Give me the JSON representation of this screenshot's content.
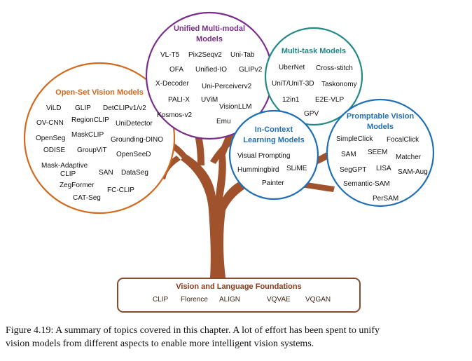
{
  "colors": {
    "trunk": "#a0522d",
    "open_set": "#d2691e",
    "unified": "#7b2d8b",
    "multi_task": "#1f8a86",
    "in_context": "#1f6fb5",
    "promptable": "#1f6fb5",
    "foundation_border": "#8b4a2b",
    "foundation_title": "#8b3a1a"
  },
  "clusters": {
    "open_set": {
      "title": "Open-Set Vision Models",
      "items": [
        "ViLD",
        "GLIP",
        "DetCLIPv1/v2",
        "OV-CNN",
        "RegionCLIP",
        "UniDetector",
        "OpenSeg",
        "MaskCLIP",
        "Grounding-DINO",
        "ODISE",
        "GroupViT",
        "OpenSeeD",
        "Mask-Adaptive",
        "CLIP",
        "SAN",
        "DataSeg",
        "ZegFormer",
        "FC-CLIP",
        "CAT-Seg"
      ]
    },
    "unified": {
      "title_line1": "Unified Multi-modal",
      "title_line2": "Models",
      "items": [
        "VL-T5",
        "Pix2Seqv2",
        "Uni-Tab",
        "OFA",
        "Unified-IO",
        "GLIPv2",
        "X-Decoder",
        "Uni-Perceiverv2",
        "PALI-X",
        "UViM",
        "Kosmos-v2",
        "VisionLLM",
        "Emu"
      ]
    },
    "multi_task": {
      "title": "Multi-task Models",
      "items": [
        "UberNet",
        "Cross-stitch",
        "UniT/UniT-3D",
        "Taskonomy",
        "12in1",
        "E2E-VLP",
        "GPV"
      ]
    },
    "in_context": {
      "title_line1": "In-Context",
      "title_line2": "Learning Models",
      "items": [
        "Visual Prompting",
        "Hummingbird",
        "SLiME",
        "Painter"
      ]
    },
    "promptable": {
      "title_line1": "Promptable Vision",
      "title_line2": "Models",
      "items": [
        "SimpleClick",
        "FocalClick",
        "SAM",
        "SEEM",
        "Matcher",
        "SegGPT",
        "LISA",
        "SAM-Aug",
        "Semantic-SAM",
        "PerSAM"
      ]
    }
  },
  "foundations": {
    "title": "Vision and Language Foundations",
    "items": [
      "CLIP",
      "Florence",
      "ALIGN",
      "VQVAE",
      "VQGAN"
    ]
  },
  "caption": {
    "line1": "Figure 4.19: A summary of topics covered in this chapter. A lot of effort has been spent to unify",
    "line2": "vision models from different aspects to enable more intelligent vision systems."
  }
}
